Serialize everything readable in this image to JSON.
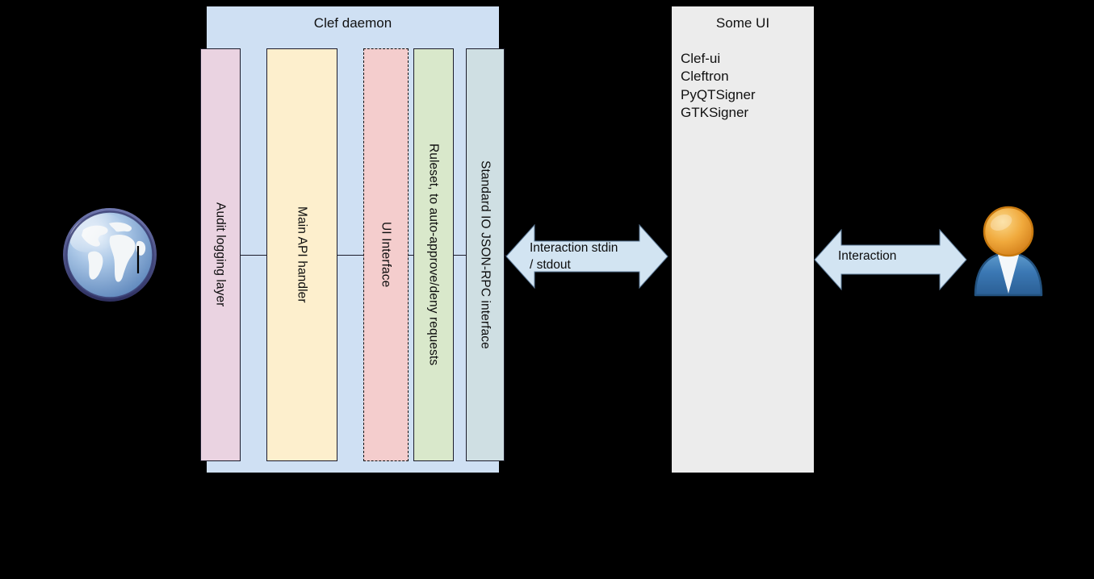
{
  "diagram": {
    "clef": {
      "title": "Clef daemon",
      "columns": [
        {
          "id": "audit",
          "label": "Audit logging layer",
          "color": "#ead3e1",
          "border": "solid"
        },
        {
          "id": "api",
          "label": "Main API handler",
          "color": "#fdefcd",
          "border": "solid"
        },
        {
          "id": "ui",
          "label": "UI Interface",
          "color": "#f4cdcd",
          "border": "dashed"
        },
        {
          "id": "ruleset",
          "label": "Ruleset, to auto-approve/deny requests",
          "color": "#d9e8cb",
          "border": "solid"
        },
        {
          "id": "stdio",
          "label": "Standard IO JSON-RPC interface",
          "color": "#cfdfe3",
          "border": "solid"
        }
      ],
      "container_color": "#cfe0f3"
    },
    "some_ui": {
      "title": "Some UI",
      "items": [
        {
          "label": "Clef-ui"
        },
        {
          "label": "Cleftron"
        },
        {
          "label": "PyQTSigner"
        },
        {
          "label": "GTKSigner"
        }
      ],
      "panel_color": "#ececec"
    },
    "arrows": [
      {
        "id": "stdio-arrow",
        "label": "Interaction stdin\n/ stdout",
        "color": "#d2e4f2"
      },
      {
        "id": "user-arrow",
        "label": "Interaction",
        "color": "#d2e4f2"
      }
    ],
    "icons": [
      {
        "id": "globe",
        "name": "globe-icon"
      },
      {
        "id": "user",
        "name": "user-icon"
      }
    ],
    "background": "#000000"
  }
}
